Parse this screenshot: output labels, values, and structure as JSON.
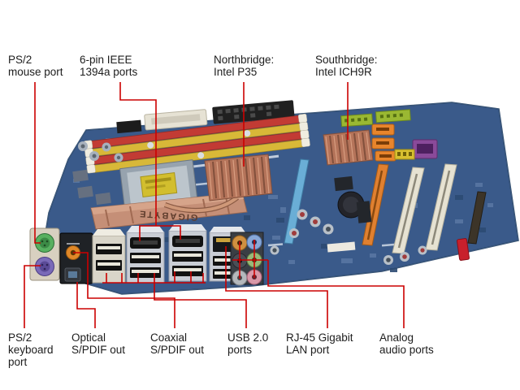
{
  "page": {
    "background": "#ffffff"
  },
  "annotation": {
    "line_color": "#cc0000",
    "text_color": "#1d1d1d"
  },
  "board": {
    "brand": "GIGABYTE",
    "pcb_color": "#3a5a8a",
    "colors": {
      "ram_red": "#c23b34",
      "ram_yellow": "#d8b838",
      "heatsink_copper": "#b5745a",
      "pcie_orange": "#e08030",
      "pcie_blue": "#6aaed6",
      "pci_white": "#e6e2d2",
      "ps2_mouse_green": "#58b060",
      "ps2_keyboard_purple": "#7a6ab8",
      "spdif_coax_orange": "#e08828",
      "sata_orange": "#e8852c",
      "connector_green": "#9ab832",
      "connector_purple": "#8a4a9a"
    }
  },
  "callouts": {
    "top": [
      {
        "id": "ps2-mouse-port",
        "lines": [
          "PS/2",
          "mouse port"
        ]
      },
      {
        "id": "ieee-1394a-ports",
        "lines": [
          "6-pin IEEE",
          "1394a ports"
        ]
      },
      {
        "id": "northbridge",
        "lines": [
          "Northbridge:",
          "Intel P35"
        ]
      },
      {
        "id": "southbridge",
        "lines": [
          "Southbridge:",
          "Intel ICH9R"
        ]
      }
    ],
    "bottom": [
      {
        "id": "ps2-keyboard-port",
        "lines": [
          "PS/2",
          "keyboard",
          "port"
        ]
      },
      {
        "id": "optical-spdif-out",
        "lines": [
          "Optical",
          "S/PDIF out"
        ]
      },
      {
        "id": "coaxial-spdif-out",
        "lines": [
          "Coaxial",
          "S/PDIF out"
        ]
      },
      {
        "id": "usb-ports",
        "lines": [
          "USB 2.0",
          "ports"
        ]
      },
      {
        "id": "rj45-lan-port",
        "lines": [
          "RJ-45 Gigabit",
          "LAN port"
        ]
      },
      {
        "id": "analog-audio-ports",
        "lines": [
          "Analog",
          "audio ports"
        ]
      }
    ]
  }
}
